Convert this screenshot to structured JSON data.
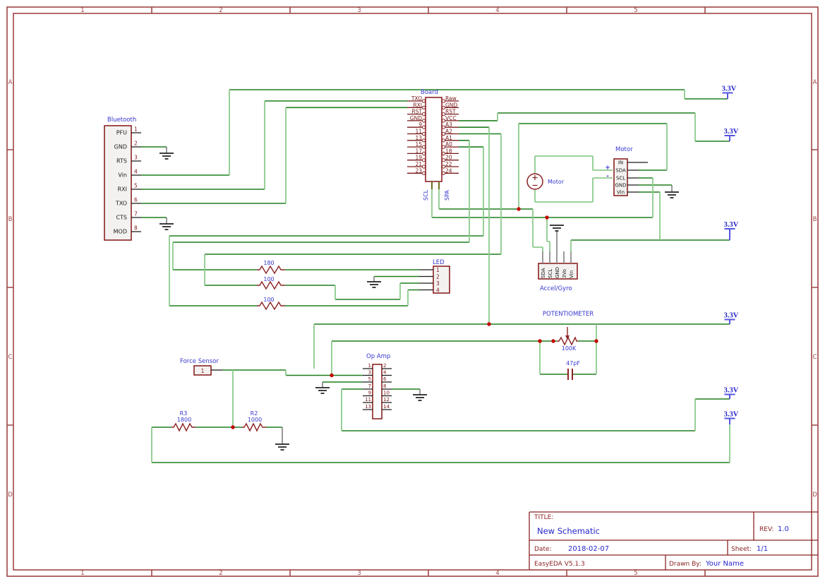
{
  "frame": {
    "cols": [
      "1",
      "2",
      "3",
      "4",
      "5"
    ],
    "rows": [
      "A",
      "B",
      "C",
      "D"
    ]
  },
  "title_block": {
    "title_label": "TITLE:",
    "title": "New Schematic",
    "rev_label": "REV:",
    "rev": "1.0",
    "date_label": "Date:",
    "date": "2018-02-07",
    "sheet_label": "Sheet:",
    "sheet": "1/1",
    "tool": "EasyEDA V5.1.3",
    "drawn_by_label": "Drawn By:",
    "drawn_by": "Your Name"
  },
  "power_label": "3.3V",
  "bluetooth": {
    "label": "Bluetooth",
    "pins": [
      "PFU",
      "GND",
      "RTS",
      "Vin",
      "RXI",
      "TXO",
      "CTS",
      "MOD"
    ],
    "numbers": [
      "1",
      "2",
      "3",
      "4",
      "5",
      "6",
      "7",
      "8"
    ]
  },
  "board": {
    "label": "Board",
    "left": [
      "TXO",
      "RXI",
      "RST",
      "GND",
      "9",
      "11",
      "13",
      "15",
      "17",
      "19",
      "21",
      "23"
    ],
    "right": [
      "Raw",
      "GND",
      "RST",
      "VCC",
      "A3",
      "A2",
      "A1",
      "A0",
      "18",
      "20",
      "22",
      "24"
    ],
    "bottom": [
      "SCL",
      "SPA"
    ]
  },
  "motor_driver": {
    "label": "Motor",
    "plus": "+",
    "minus": "-",
    "pins": [
      "IN",
      "SDA",
      "SCL",
      "GND",
      "Vin"
    ]
  },
  "motor": {
    "label": "Motor"
  },
  "accel": {
    "label": "Accel/Gyro",
    "pins": [
      "SDA",
      "SCL",
      "GND",
      "3Vo",
      "Vin"
    ]
  },
  "led": {
    "label": "LED",
    "pins": [
      "1",
      "2",
      "3",
      "4"
    ]
  },
  "resistors": {
    "r180": "180",
    "r100a": "100",
    "r100b": "100",
    "r3_name": "R3",
    "r3_value": "1800",
    "r2_name": "R2",
    "r2_value": "1000"
  },
  "pot": {
    "label": "POTENTIOMETER",
    "value": "100K"
  },
  "cap": {
    "value": "47pF"
  },
  "force_sensor": {
    "label": "Force Sensor",
    "pin": "1"
  },
  "opamp": {
    "label": "Op Amp",
    "left": [
      "1",
      "3",
      "5",
      "7",
      "9",
      "11",
      "13"
    ],
    "right": [
      "2",
      "4",
      "6",
      "8",
      "10",
      "12",
      "14"
    ]
  }
}
